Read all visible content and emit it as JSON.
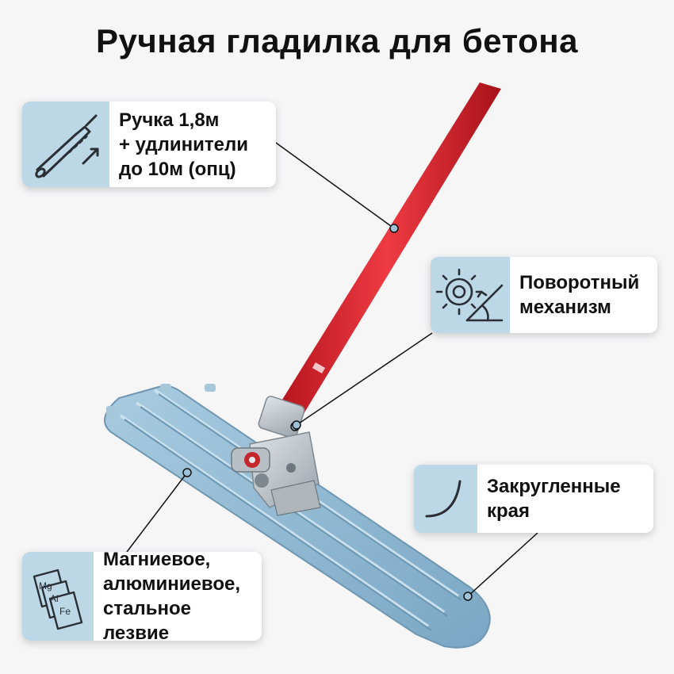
{
  "title": "Ручная гладилка для бетона",
  "callouts": {
    "handle": "Ручка 1,8м\n+ удлинители\nдо 10м (опц)",
    "rotation": "Поворотный\nмеханизм",
    "edges": "Закругленные\nкрая",
    "blade": "Магниевое,\nалюминиевое,\nстальное лезвие"
  },
  "blade_icon_labels": [
    "Mg",
    "Al",
    "Fe"
  ],
  "colors": {
    "handle_red": "#d8232c",
    "blade_blue": "#8fb8d3",
    "icon_bg": "#bcd7e6"
  }
}
